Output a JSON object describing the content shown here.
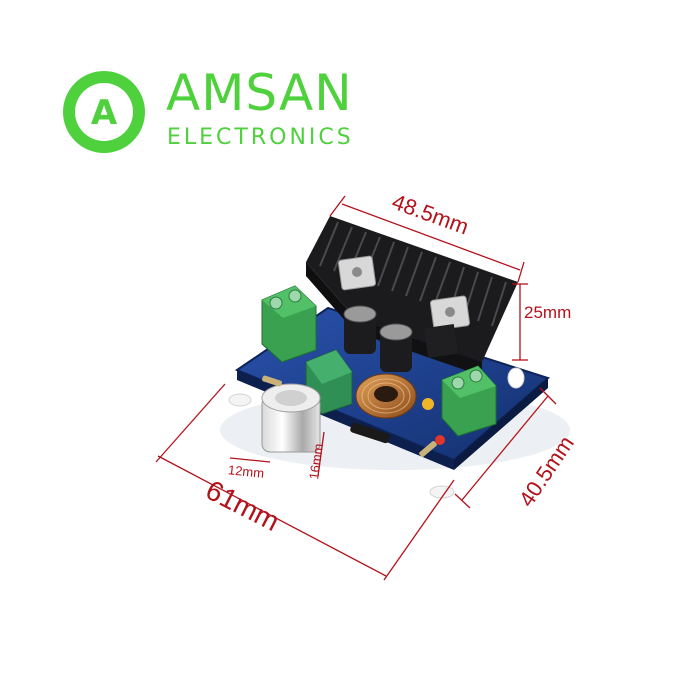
{
  "brand": {
    "logo_letter": "A",
    "name": "AMSAN",
    "tagline": "ELECTRONICS",
    "color": "#4ed13d"
  },
  "product": {
    "dimensions": {
      "heatsink_width": "48.5mm",
      "heatsink_height": "25mm",
      "board_length": "61mm",
      "board_width": "40.5mm",
      "knob_width": "12mm",
      "knob_height": "16mm"
    },
    "dimension_color": "#b3121b",
    "board_color": "#1c3f92",
    "heatsink_color": "#1b1b1d",
    "terminal_color": "#3aa150"
  }
}
